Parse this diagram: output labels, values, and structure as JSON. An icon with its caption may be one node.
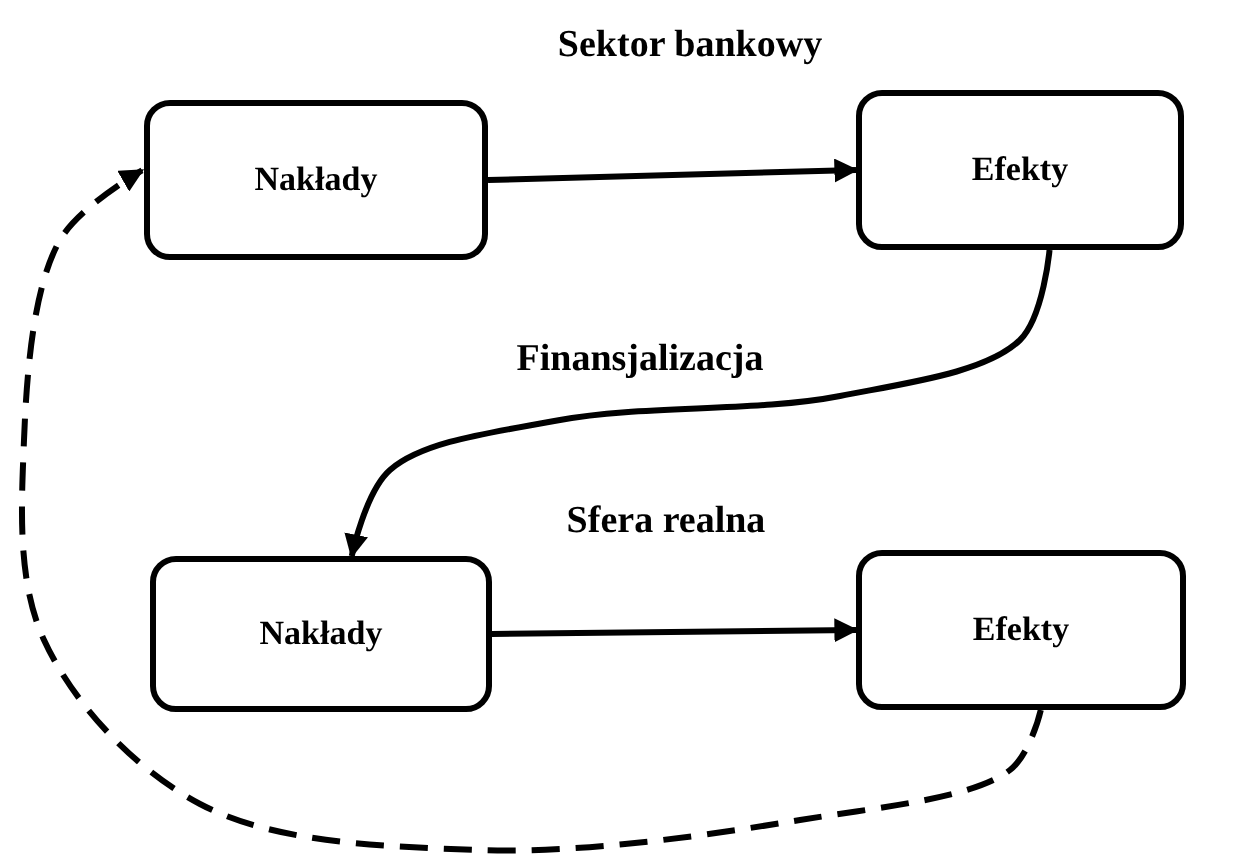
{
  "diagram": {
    "nodes": [
      {
        "text": [
          "Nakłady"
        ]
      },
      {
        "text": [
          "Efekty"
        ]
      },
      {
        "text": [
          "Nakłady"
        ]
      },
      {
        "text": [
          "Efekty"
        ]
      }
    ],
    "edges": [
      {
        "from": 0,
        "to": 1,
        "arrow": "to"
      },
      {
        "from": 1,
        "to": 2,
        "arrow": "to",
        "label": "Finansjalizacja"
      },
      {
        "from": 2,
        "to": 3,
        "arrow": "to"
      },
      {
        "from": 3,
        "to": 0,
        "arrow": "to",
        "style": "dashed"
      }
    ],
    "labels": [
      "Sektor bankowy",
      "Sfera realna"
    ]
  }
}
